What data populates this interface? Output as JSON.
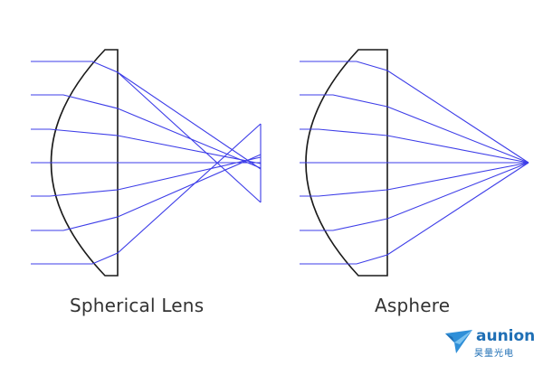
{
  "labels": {
    "spherical": "Spherical Lens",
    "asphere": "Asphere"
  },
  "logo": {
    "name": "aunion",
    "subtitle": "昊量光电"
  },
  "colors": {
    "ray": "#3d3de8",
    "lens": "#1a1a1a",
    "logo": "#1f6fb5"
  }
}
